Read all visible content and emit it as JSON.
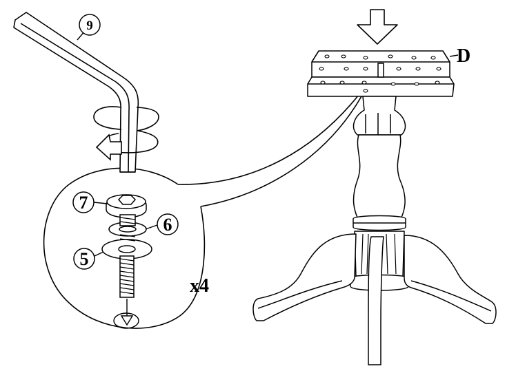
{
  "colors": {
    "ink": "#000000",
    "paper": "#ffffff"
  },
  "callouts": {
    "hex_key": "9",
    "bolt": "7",
    "lock_washer": "6",
    "flat_washer": "5",
    "top_plate": "D",
    "quantity": "x4"
  },
  "icons": {
    "push_direction": "arrow-down-icon",
    "turn_direction": "rotate-arrow-icon",
    "insert_direction": "small-arrow-down-icon"
  }
}
